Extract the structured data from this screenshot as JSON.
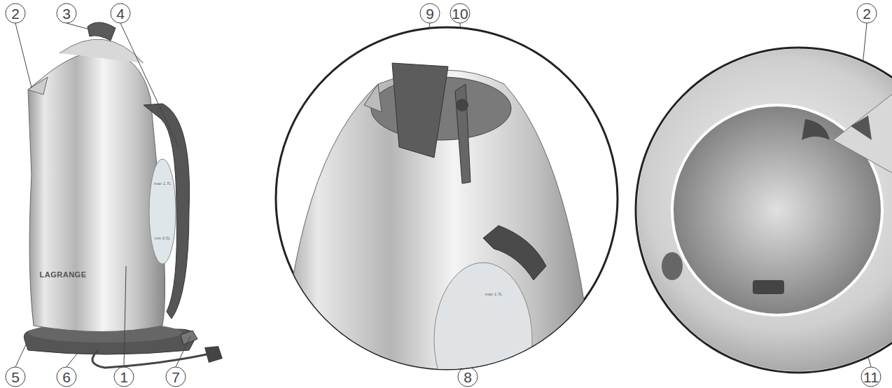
{
  "diagram": {
    "labels": [
      "2",
      "3",
      "4",
      "5",
      "6",
      "1",
      "7",
      "9",
      "10",
      "8",
      "2",
      "11",
      "LAGRANGE",
      "max 1.7L",
      "min 0.5L",
      "max 1.7L"
    ]
  }
}
